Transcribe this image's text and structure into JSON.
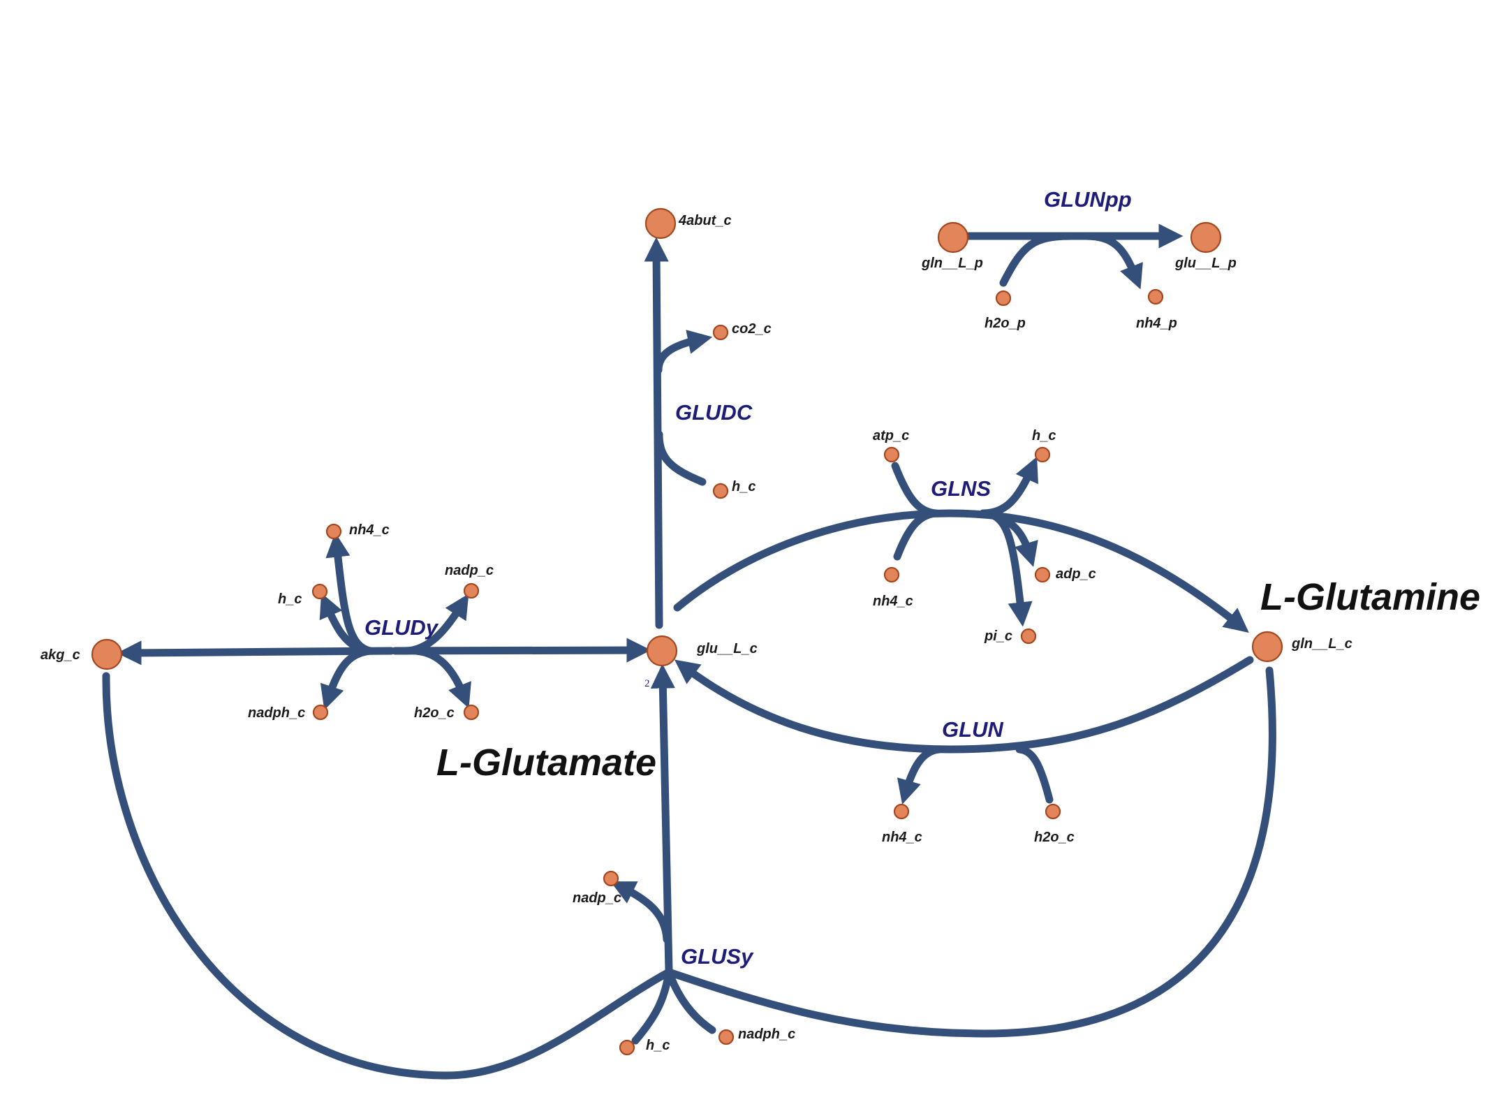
{
  "colors": {
    "reaction": "#34507A",
    "metabolite_fill": "#E2855A",
    "metabolite_stroke": "#A4471F",
    "reaction_label": "#1D1D78",
    "text": "#1a1a1a"
  },
  "labels": {
    "l_glutamate": "L-Glutamate",
    "l_glutamine": "L-Glutamine",
    "stoich_glu": "2"
  },
  "reactions": {
    "GLUNpp": "GLUNpp",
    "GLUDC": "GLUDC",
    "GLNS": "GLNS",
    "GLUDy": "GLUDy",
    "GLUN": "GLUN",
    "GLUSy": "GLUSy"
  },
  "metabolites": {
    "abut4_c": "4abut_c",
    "co2_c": "co2_c",
    "h_c_gludc": "h_c",
    "gln_L_p": "gln__L_p",
    "glu_L_p": "glu__L_p",
    "h2o_p": "h2o_p",
    "nh4_p": "nh4_p",
    "atp_c": "atp_c",
    "h_c_glns": "h_c",
    "nh4_c_glns": "nh4_c",
    "adp_c": "adp_c",
    "pi_c": "pi_c",
    "nh4_c_gludy": "nh4_c",
    "h_c_gludy": "h_c",
    "nadp_c_gludy": "nadp_c",
    "nadph_c_gludy": "nadph_c",
    "h2o_c_gludy": "h2o_c",
    "akg_c": "akg_c",
    "glu_L_c": "glu__L_c",
    "gln_L_c": "gln__L_c",
    "nh4_c_glun": "nh4_c",
    "h2o_c_glun": "h2o_c",
    "nadp_c_glusy": "nadp_c",
    "h_c_glusy": "h_c",
    "nadph_c_glusy": "nadph_c"
  }
}
